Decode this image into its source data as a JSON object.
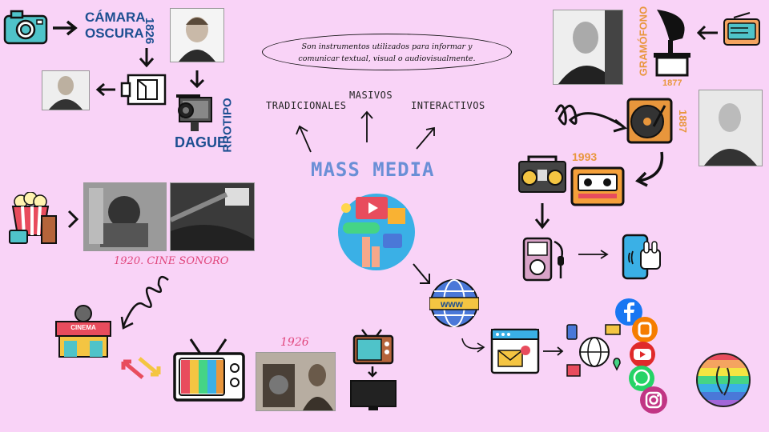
{
  "definition": {
    "text_line1": "Son instrumentos utilizados para informar y",
    "text_line2": "comunicar textual, visual o audiovisualmente."
  },
  "center": {
    "title": "MASS MEDIA",
    "branches": [
      "TRADICIONALES",
      "MASIVOS",
      "INTERACTIVOS"
    ]
  },
  "photography": {
    "camara_oscura_line1": "CÁMARA",
    "camara_oscura_line2": "OSCURA",
    "year_1826": "1826",
    "daguerrotipo_line1": "DAGUE",
    "daguerrotipo_line2": "RROTIPO"
  },
  "sound": {
    "gramofono": "GRAMÓFONO",
    "year_1877": "1877",
    "year_1887": "1887",
    "year_1993": "1993"
  },
  "cinema": {
    "caption": "1920. CINE SONORO",
    "cinema_sign": "CINEMA"
  },
  "tv": {
    "year_1926": "1926"
  },
  "web": {
    "www_label": "www"
  },
  "colors": {
    "background": "#f9d3f7",
    "title_blue": "#1d4f91",
    "accent_orange": "#e8963c",
    "accent_pink": "#e0457b"
  }
}
